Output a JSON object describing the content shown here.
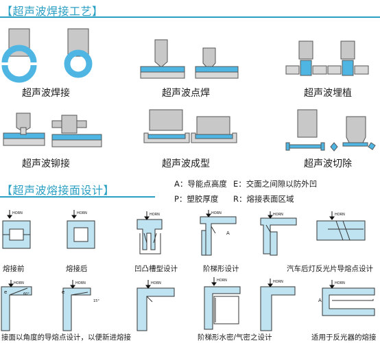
{
  "section1": {
    "title": "【超声波焊接工艺】",
    "items": [
      {
        "label": "超声波焊接"
      },
      {
        "label": "超声波点焊"
      },
      {
        "label": "超声波埋植"
      },
      {
        "label": "超声波铆接"
      },
      {
        "label": "超声波成型"
      },
      {
        "label": "超声波切除"
      }
    ]
  },
  "section2": {
    "title": "【超声波熔接面设计】",
    "legend": {
      "a": "A：导能点高度",
      "e": "E：交面之间隙以防外凹",
      "p": "P：塑胶厚度",
      "r": "R：熔接表面区域"
    },
    "diagram_text": {
      "horn": "HORN",
      "a": "A",
      "e": "e",
      "angle60": "60°",
      "angle15": "15°"
    },
    "captions": [
      {
        "label": "熔接前"
      },
      {
        "label": "熔接后"
      },
      {
        "label": "凹凸槽型设计"
      },
      {
        "label": "阶梯形设计"
      },
      {
        "label": "汽车后灯反光片导熔点设计"
      },
      {
        "label": "接面以角度的导熔点设计，以便新进熔接"
      },
      {
        "label": "阶梯形水密/气密之设计"
      },
      {
        "label": "适用于反光器的熔接"
      }
    ]
  },
  "colors": {
    "accent": "#2a9fc4",
    "part_gray": "#c8c8c8",
    "part_blue": "#4fb6e4",
    "panel_blue": "#bfe3f0"
  }
}
